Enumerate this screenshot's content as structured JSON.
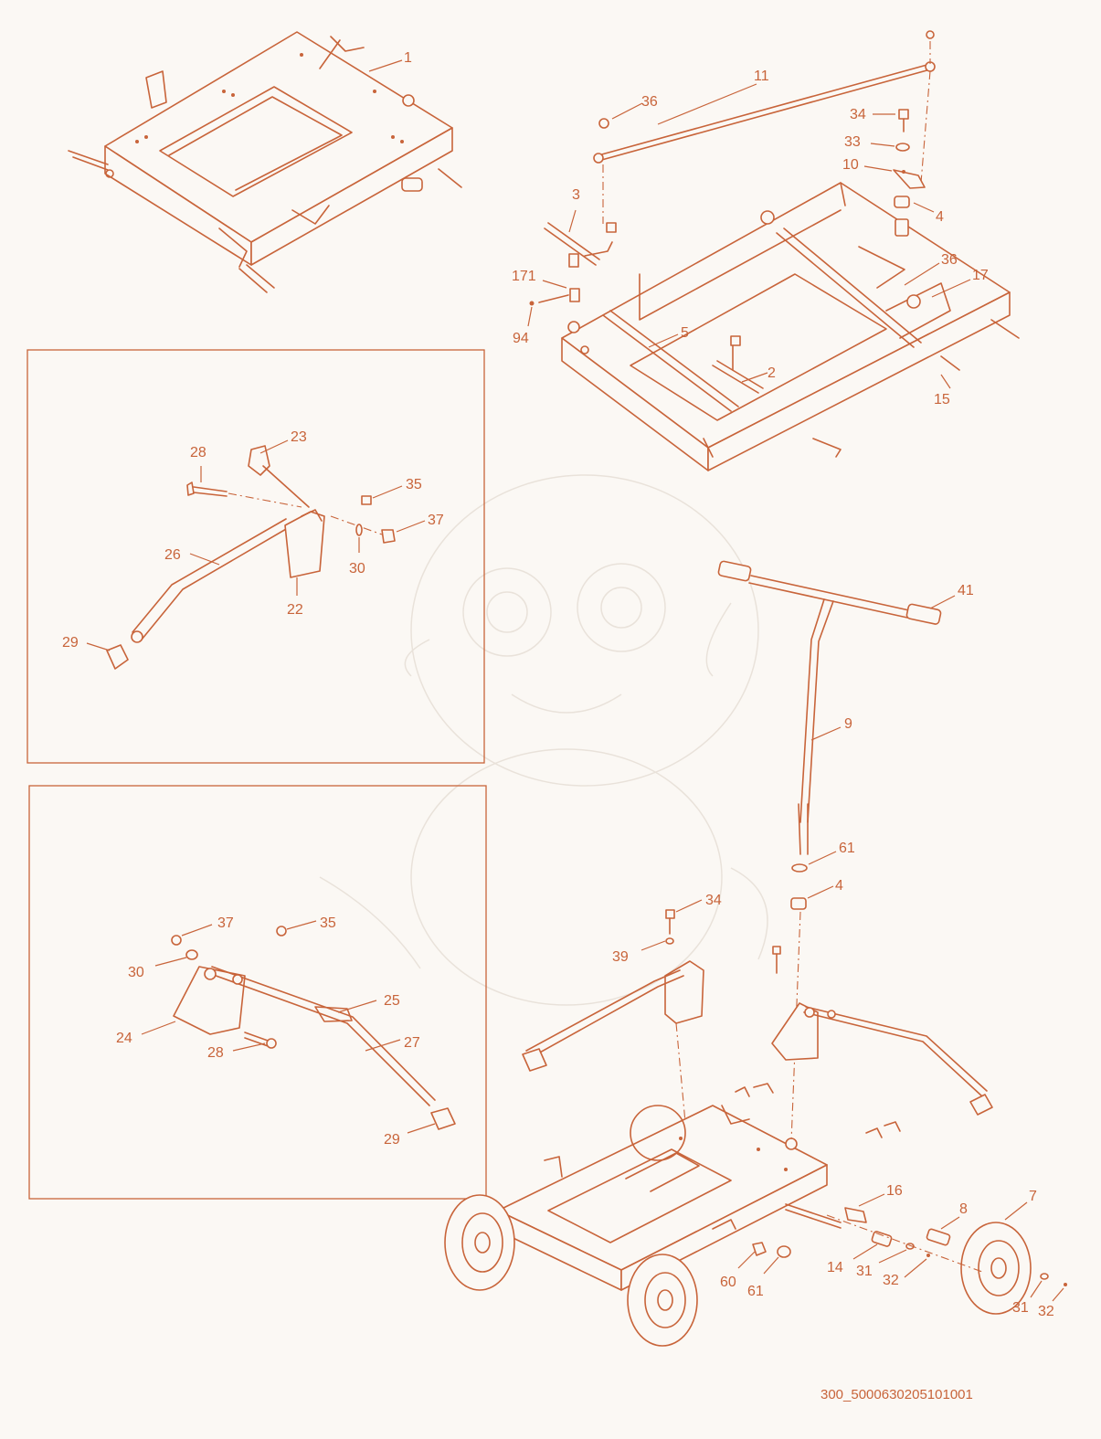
{
  "drawing": {
    "code": "300_5000630205101001",
    "color_line": "#c8643a",
    "color_bg": "#fbf8f4"
  },
  "labels": {
    "l1": "1",
    "l11": "11",
    "l36a": "36",
    "l34a": "34",
    "l33": "33",
    "l10": "10",
    "l4a": "4",
    "l3": "3",
    "l171": "171",
    "l94": "94",
    "l5": "5",
    "l2": "2",
    "l36b": "36",
    "l17": "17",
    "l15": "15",
    "l23": "23",
    "l28a": "28",
    "l35a": "35",
    "l37a": "37",
    "l30a": "30",
    "l26": "26",
    "l22": "22",
    "l29a": "29",
    "l41": "41",
    "l9": "9",
    "l61a": "61",
    "l4b": "4",
    "l34b": "34",
    "l39": "39",
    "l37b": "37",
    "l35b": "35",
    "l30b": "30",
    "l25": "25",
    "l24": "24",
    "l27": "27",
    "l28b": "28",
    "l29b": "29",
    "l16": "16",
    "l8": "8",
    "l7": "7",
    "l14": "14",
    "l31a": "31",
    "l32a": "32",
    "l60": "60",
    "l61b": "61",
    "l31b": "31",
    "l32b": "32"
  }
}
